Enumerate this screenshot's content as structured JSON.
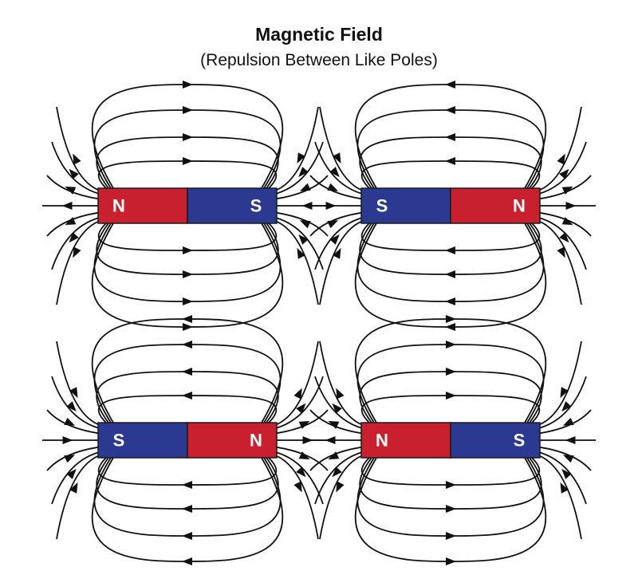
{
  "title": "Magnetic Field",
  "subtitle": "(Repulsion Between Like Poles)",
  "colors": {
    "north": "#c8202f",
    "south": "#2b3990",
    "line": "#111111",
    "bar_border": "#1a1a1a"
  },
  "magnets": [
    {
      "id": "top-left",
      "left_pole": "N",
      "right_pole": "S"
    },
    {
      "id": "top-right",
      "left_pole": "S",
      "right_pole": "N"
    },
    {
      "id": "bottom-left",
      "left_pole": "S",
      "right_pole": "N"
    },
    {
      "id": "bottom-right",
      "left_pole": "N",
      "right_pole": "S"
    }
  ]
}
